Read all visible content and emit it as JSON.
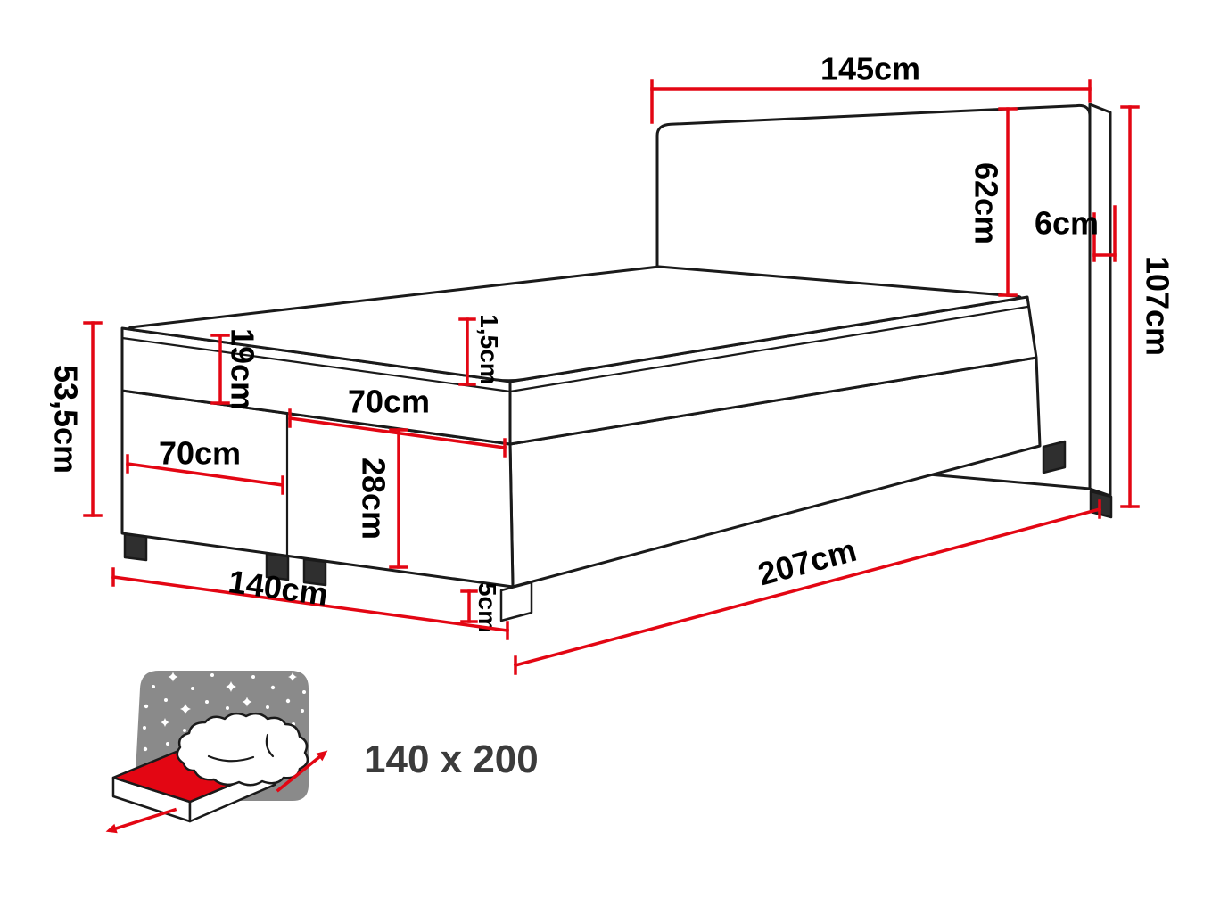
{
  "diagram": {
    "type": "furniture-dimension-diagram",
    "subject": "upholstered boxspring bed with headboard",
    "colors": {
      "dimension": "#e30613",
      "outline": "#1a1a1a",
      "icon_gray": "#8a8a8a",
      "size_text": "#3b3b3b"
    },
    "dims": {
      "headboard_width": "145cm",
      "headboard_height": "62cm",
      "headboard_thickness": "6cm",
      "total_height": "107cm",
      "topper_height": "1,5cm",
      "mattress_height": "19cm",
      "half_width_upper": "70cm",
      "half_width_lower": "70cm",
      "side_height": "53,5cm",
      "base_height": "28cm",
      "leg_height": "5cm",
      "bed_width": "140cm",
      "bed_length": "207cm"
    },
    "size_label": "140 x 200"
  }
}
